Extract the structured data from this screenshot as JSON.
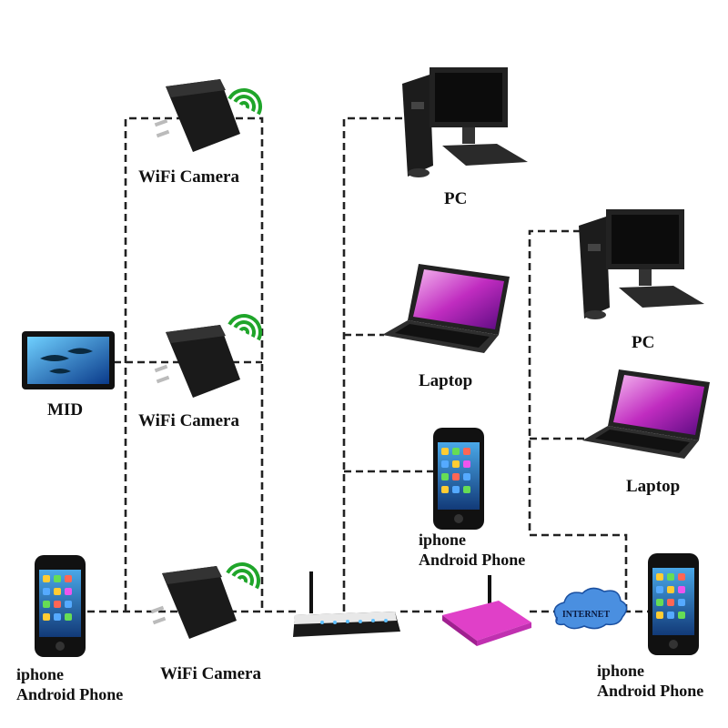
{
  "diagram": {
    "nodes": {
      "wifi_camera_top": {
        "label": "WiFi Camera"
      },
      "wifi_camera_mid": {
        "label": "WiFi Camera"
      },
      "wifi_camera_bottom": {
        "label": "WiFi Camera"
      },
      "mid_tablet": {
        "label": "MID"
      },
      "phone_left": {
        "line1": "iphone",
        "line2": "Android Phone"
      },
      "pc_top": {
        "label": "PC"
      },
      "laptop_center": {
        "label": "Laptop"
      },
      "phone_center": {
        "line1": "iphone",
        "line2": "Android Phone"
      },
      "pc_right": {
        "label": "PC"
      },
      "laptop_right": {
        "label": "Laptop"
      },
      "phone_right": {
        "line1": "iphone",
        "line2": "Android Phone"
      },
      "router": {
        "label": ""
      },
      "modem": {
        "label": ""
      },
      "internet_cloud": {
        "label": "INTERNET"
      }
    },
    "colors": {
      "line": "#222222",
      "wifi_signal": "#1fa52a",
      "modem": "#e040c8",
      "cloud": "#4a8fe0",
      "screen": "#1e63c8"
    }
  }
}
